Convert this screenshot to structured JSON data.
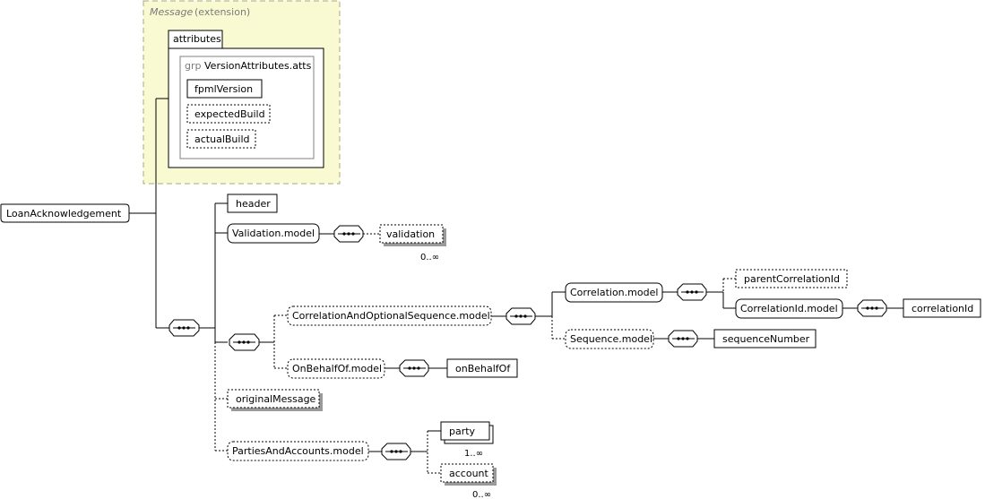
{
  "root": {
    "label": "LoanAcknowledgement"
  },
  "extension": {
    "base": "Message",
    "kind": "(extension)",
    "attributes_tab": "attributes",
    "group_prefix": "grp",
    "group_name": "VersionAttributes.atts",
    "attrs": [
      "fpmlVersion",
      "expectedBuild",
      "actualBuild"
    ]
  },
  "elements": {
    "header": "header",
    "validation_model": "Validation.model",
    "validation": "validation",
    "validation_occurs": "0..∞",
    "correlation_optional_sequence_model": "CorrelationAndOptionalSequence.model",
    "correlation_model": "Correlation.model",
    "parent_correlation_id": "parentCorrelationId",
    "correlation_id_model": "CorrelationId.model",
    "correlation_id": "correlationId",
    "sequence_model": "Sequence.model",
    "sequence_number": "sequenceNumber",
    "on_behalf_of_model": "OnBehalfOf.model",
    "on_behalf_of": "onBehalfOf",
    "original_message": "originalMessage",
    "parties_and_accounts_model": "PartiesAndAccounts.model",
    "party": "party",
    "party_occurs": "1..∞",
    "account": "account",
    "account_occurs": "0..∞"
  },
  "colors": {
    "extension_fill": "#fafad2",
    "extension_border": "#a8a878",
    "line": "#000000"
  }
}
